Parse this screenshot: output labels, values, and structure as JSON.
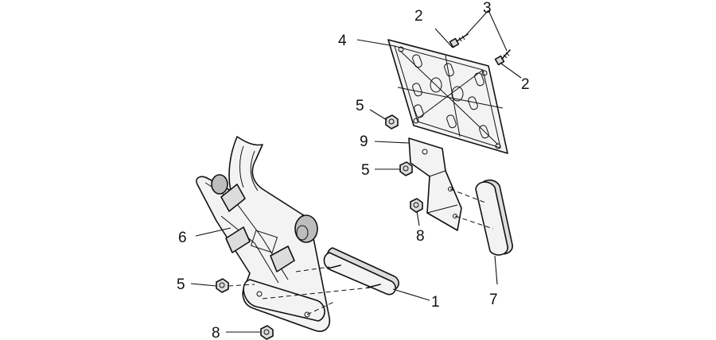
{
  "callouts": {
    "c1": "1",
    "c2a": "2",
    "c2b": "2",
    "c3": "3",
    "c4": "4",
    "c5a": "5",
    "c5b": "5",
    "c5c": "5",
    "c6": "6",
    "c7": "7",
    "c8a": "8",
    "c8b": "8",
    "c9": "9"
  }
}
